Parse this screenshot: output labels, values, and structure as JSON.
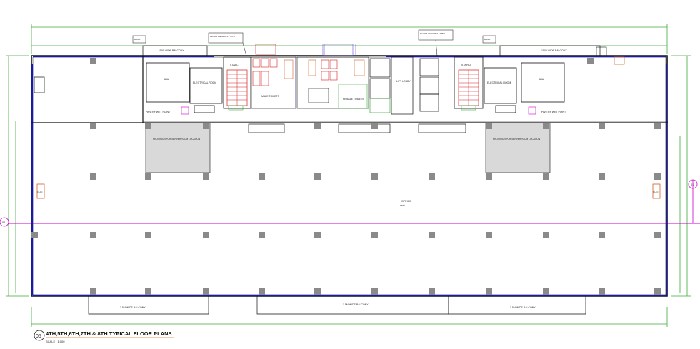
{
  "drawing": {
    "sheet_number": "05",
    "title": "4TH,5TH,6TH,7TH & 8TH TYPICAL FLOOR PLANS",
    "scale": "SCALE : 1:100"
  },
  "rooms": {
    "office": "OFFICE",
    "office_sub": "####",
    "male_toilets": "MALE TOILETS",
    "female_toilets": "FEMALE TOILETS",
    "lift_lobby": "LIFT LOBBY",
    "stair_left": "STAIR-1",
    "stair_right": "STAIR-2",
    "ahu_left": "AHU",
    "ahu_right": "AHU",
    "electrical_left": "ELECTRICAL ROOM",
    "electrical_right": "ELECTRICAL ROOM",
    "pantry_left": "PANTRY WET POINT",
    "pantry_right": "PANTRY WET POINT",
    "service_left": "PROVISION FOR SERVERROOM LOCATION",
    "service_right": "PROVISION FOR SERVERROOM LOCATION",
    "balcony_top_left": "1500 WIDE BALCONY",
    "balcony_top_right": "1500 WIDE BALCONY",
    "balcony_bottom_1": "1.5M WIDE BALCONY",
    "balcony_bottom_2": "1.5M WIDE BALCONY",
    "balcony_bottom_3": "1.5M WIDE BALCONY",
    "fhc_left": "F.H.C",
    "fhc_right": "F.H.C"
  },
  "labels": {
    "grid_left": "01",
    "grid_right": "01",
    "ramp_left": "RAMP",
    "ramp_right": "RAMP",
    "floor_height_left": "FLOOR HEIGHT 3.7 MTR",
    "floor_height_right": "FLOOR HEIGHT 3.7 MTR"
  },
  "colors": {
    "wall": "#111111",
    "glazing": "#1a1aa8",
    "dimension": "#3caa3c",
    "grid_line": "#cc00cc",
    "column": "#8a8a8a",
    "stair": "#d42020",
    "duct": "#6a4fc9",
    "title_underline": "#e07020"
  }
}
